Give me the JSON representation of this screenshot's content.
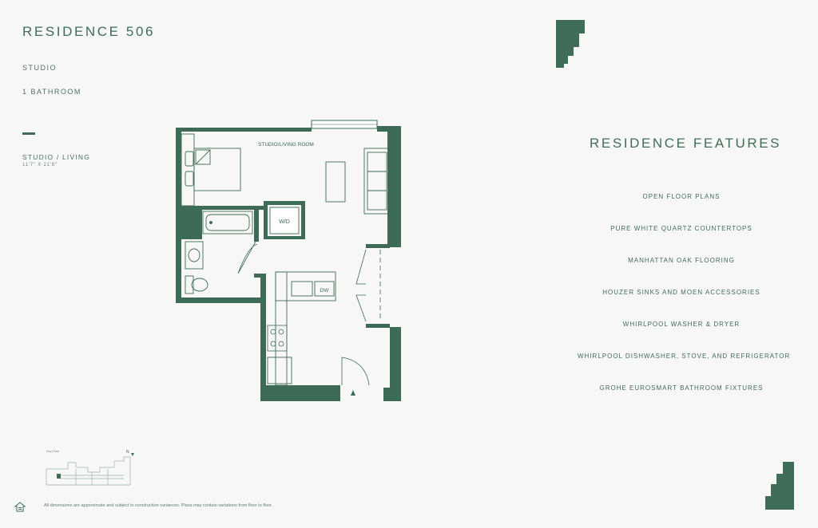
{
  "header": {
    "title": "RESIDENCE 506",
    "unit_type": "STUDIO",
    "bathrooms": "1 BATHROOM"
  },
  "room": {
    "label": "STUDIO / LIVING",
    "dimensions": "11'7\" X 21'8\""
  },
  "plan": {
    "room_label": "STUDIO/LIVING ROOM",
    "washer_dryer": "W/D",
    "dishwasher": "DW"
  },
  "features": {
    "title": "RESIDENCE FEATURES",
    "items": [
      "OPEN FLOOR PLANS",
      "PURE WHITE QUARTZ COUNTERTOPS",
      "MANHATTAN OAK FLOORING",
      "HOUZER SINKS AND MOEN ACCESSORIES",
      "WHIRLPOOL WASHER & DRYER",
      "WHIRLPOOL DISHWASHER, STOVE, AND REFRIGERATOR",
      "GROHE EUROSMART BATHROOM FIXTURES"
    ]
  },
  "keyplan": {
    "label": "Key Plan",
    "north": "N"
  },
  "footer": {
    "disclaimer": "All dimensions are approximate and subject to construction variances. Plans may contain variations from floor to floor."
  },
  "colors": {
    "primary": "#3f6d59",
    "wall": "#3d6b57",
    "background": "#f7f7f5"
  }
}
